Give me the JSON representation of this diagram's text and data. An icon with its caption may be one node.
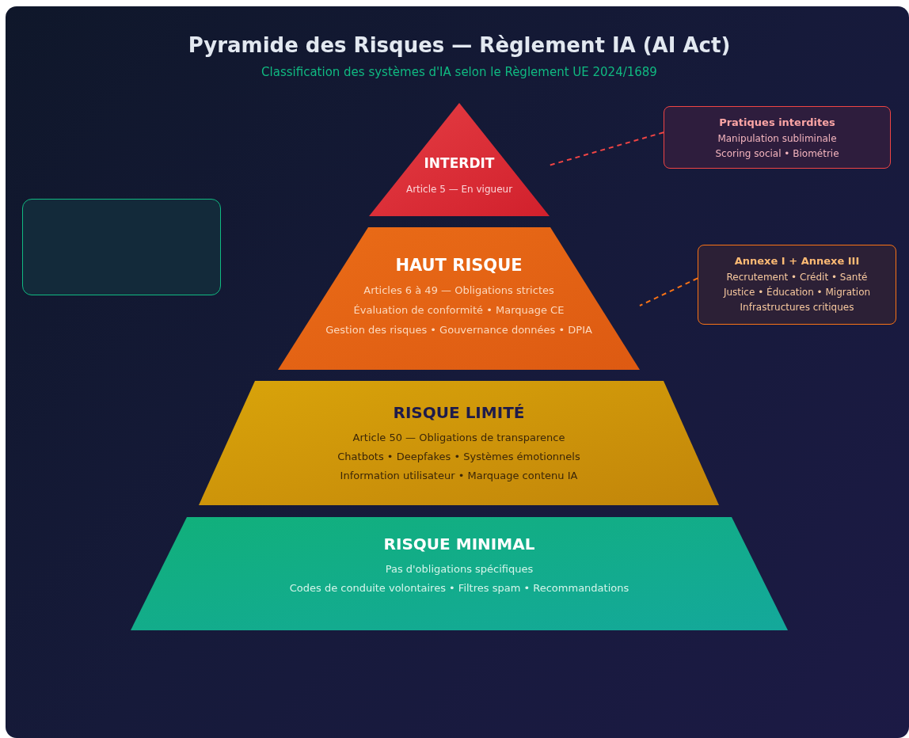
{
  "diagram": {
    "title": "Pyramide des Risques — Règlement IA (AI Act)",
    "caption": "Classification des systèmes d'IA selon le Règlement UE 2024/1689",
    "nodes": [
      {
        "text": [
          "INTERDIT",
          "Article 5 — En vigueur"
        ]
      },
      {
        "text": [
          "Pratiques interdites",
          "Manipulation subliminale",
          "Scoring social • Biométrie"
        ]
      },
      {
        "text": [],
        "shape": "box"
      },
      {
        "text": [
          "HAUT RISQUE",
          "Articles 6 à 49 — Obligations strictes",
          "Évaluation de conformité • Marquage CE",
          "Gestion des risques • Gouvernance données • DPIA"
        ]
      },
      {
        "text": [
          "Annexe I + Annexe III",
          "Recrutement • Crédit • Santé",
          "Justice • Éducation • Migration",
          "Infrastructures critiques"
        ]
      },
      {
        "text": [
          "RISQUE LIMITÉ",
          "Article 50 — Obligations de transparence",
          "Chatbots • Deepfakes • Systèmes émotionnels",
          "Information utilisateur • Marquage contenu IA"
        ]
      },
      {
        "text": [
          "RISQUE MINIMAL",
          "Pas d'obligations spécifiques",
          "Codes de conduite volontaires • Filtres spam • Recommandations"
        ]
      }
    ],
    "edges": [
      {
        "from": 1,
        "to": 0,
        "arrow": "none",
        "style": "dashed",
        "color": "#ef4444"
      },
      {
        "from": 4,
        "to": 3,
        "arrow": "none",
        "style": "dashed",
        "color": "#f97316"
      }
    ]
  }
}
